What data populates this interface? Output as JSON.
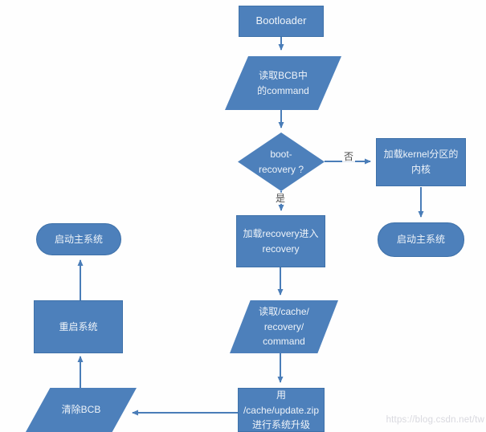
{
  "diagram_title": "Bootloader recovery flow",
  "colors": {
    "shape_fill": "#4d80bb",
    "shape_border": "#3e71a9",
    "arrow": "#4a7db8",
    "node_text": "#eef3f9",
    "edge_label_text": "#4a4a4a",
    "watermark_text": "#d9d9df",
    "background": "#fefefe"
  },
  "nodes": {
    "bootloader": {
      "type": "process",
      "label": "Bootloader"
    },
    "read_bcb": {
      "type": "io",
      "label": "读取BCB中\n的command"
    },
    "boot_recovery": {
      "type": "decision",
      "label": "boot-\nrecovery ?"
    },
    "load_kernel": {
      "type": "process",
      "label": "加载kernel分区的\n内核"
    },
    "start_main_right": {
      "type": "terminator",
      "label": "启动主系统"
    },
    "load_recovery": {
      "type": "process",
      "label": "加载recovery进入\nrecovery"
    },
    "read_cache_command": {
      "type": "io",
      "label": "读取/cache/\nrecovery/\ncommand"
    },
    "update_with_zip": {
      "type": "process",
      "label": "用\n/cache/update.zip\n进行系统升级"
    },
    "clear_bcb": {
      "type": "io",
      "label": "清除BCB"
    },
    "reboot_system": {
      "type": "process",
      "label": "重启系统"
    },
    "start_main_left": {
      "type": "terminator",
      "label": "启动主系统"
    }
  },
  "edge_labels": {
    "yes": "是",
    "no": "否"
  },
  "edges": [
    {
      "from": "bootloader",
      "to": "read_bcb"
    },
    {
      "from": "read_bcb",
      "to": "boot_recovery"
    },
    {
      "from": "boot_recovery",
      "to": "load_kernel",
      "label": "否"
    },
    {
      "from": "load_kernel",
      "to": "start_main_right"
    },
    {
      "from": "boot_recovery",
      "to": "load_recovery",
      "label": "是"
    },
    {
      "from": "load_recovery",
      "to": "read_cache_command"
    },
    {
      "from": "read_cache_command",
      "to": "update_with_zip"
    },
    {
      "from": "update_with_zip",
      "to": "clear_bcb"
    },
    {
      "from": "clear_bcb",
      "to": "reboot_system"
    },
    {
      "from": "reboot_system",
      "to": "start_main_left"
    }
  ],
  "watermark": "https://blog.csdn.net/tw"
}
